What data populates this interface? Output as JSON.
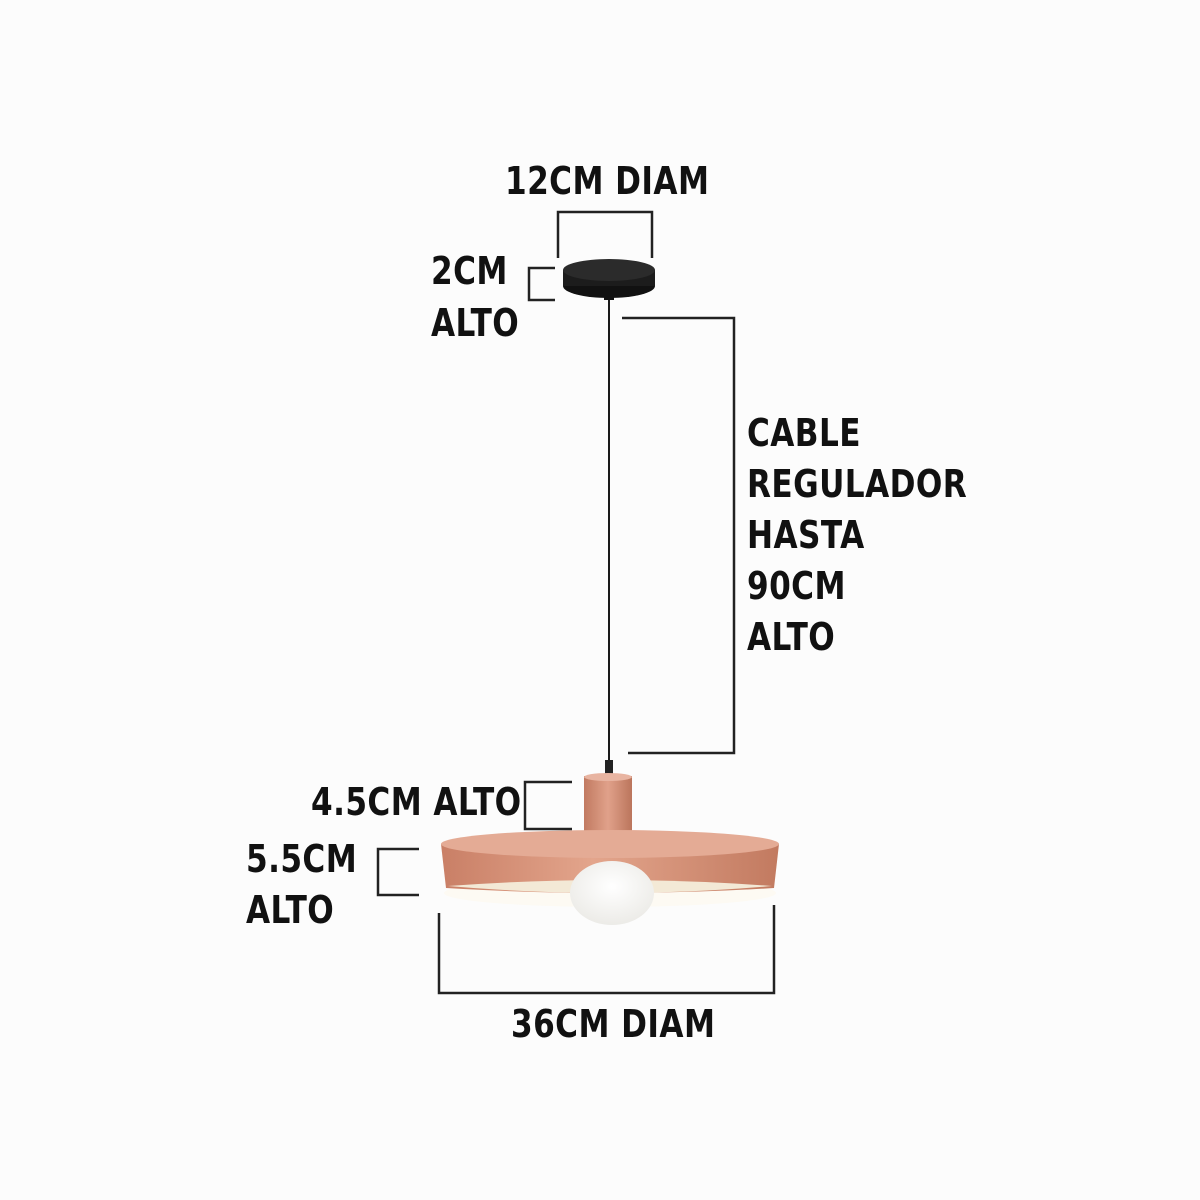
{
  "labels": {
    "canopy_diameter": "12CM DIAM",
    "canopy_height_value": "2CM",
    "canopy_height_unit": "ALTO",
    "cable_line1": "CABLE",
    "cable_line2": "REGULADOR",
    "cable_line3": "HASTA",
    "cable_line4": "90CM",
    "cable_line5": "ALTO",
    "socket_height": "4.5CM ALTO",
    "shade_height_value": "5.5CM",
    "shade_height_unit": "ALTO",
    "shade_diameter": "36CM DIAM"
  },
  "colors": {
    "background": "#fcfcfc",
    "text": "#111111",
    "copper": "#d9967e",
    "copper_dark": "#b77259",
    "canopy": "#1c1c1c",
    "shade_inner": "#f6f1e6"
  }
}
